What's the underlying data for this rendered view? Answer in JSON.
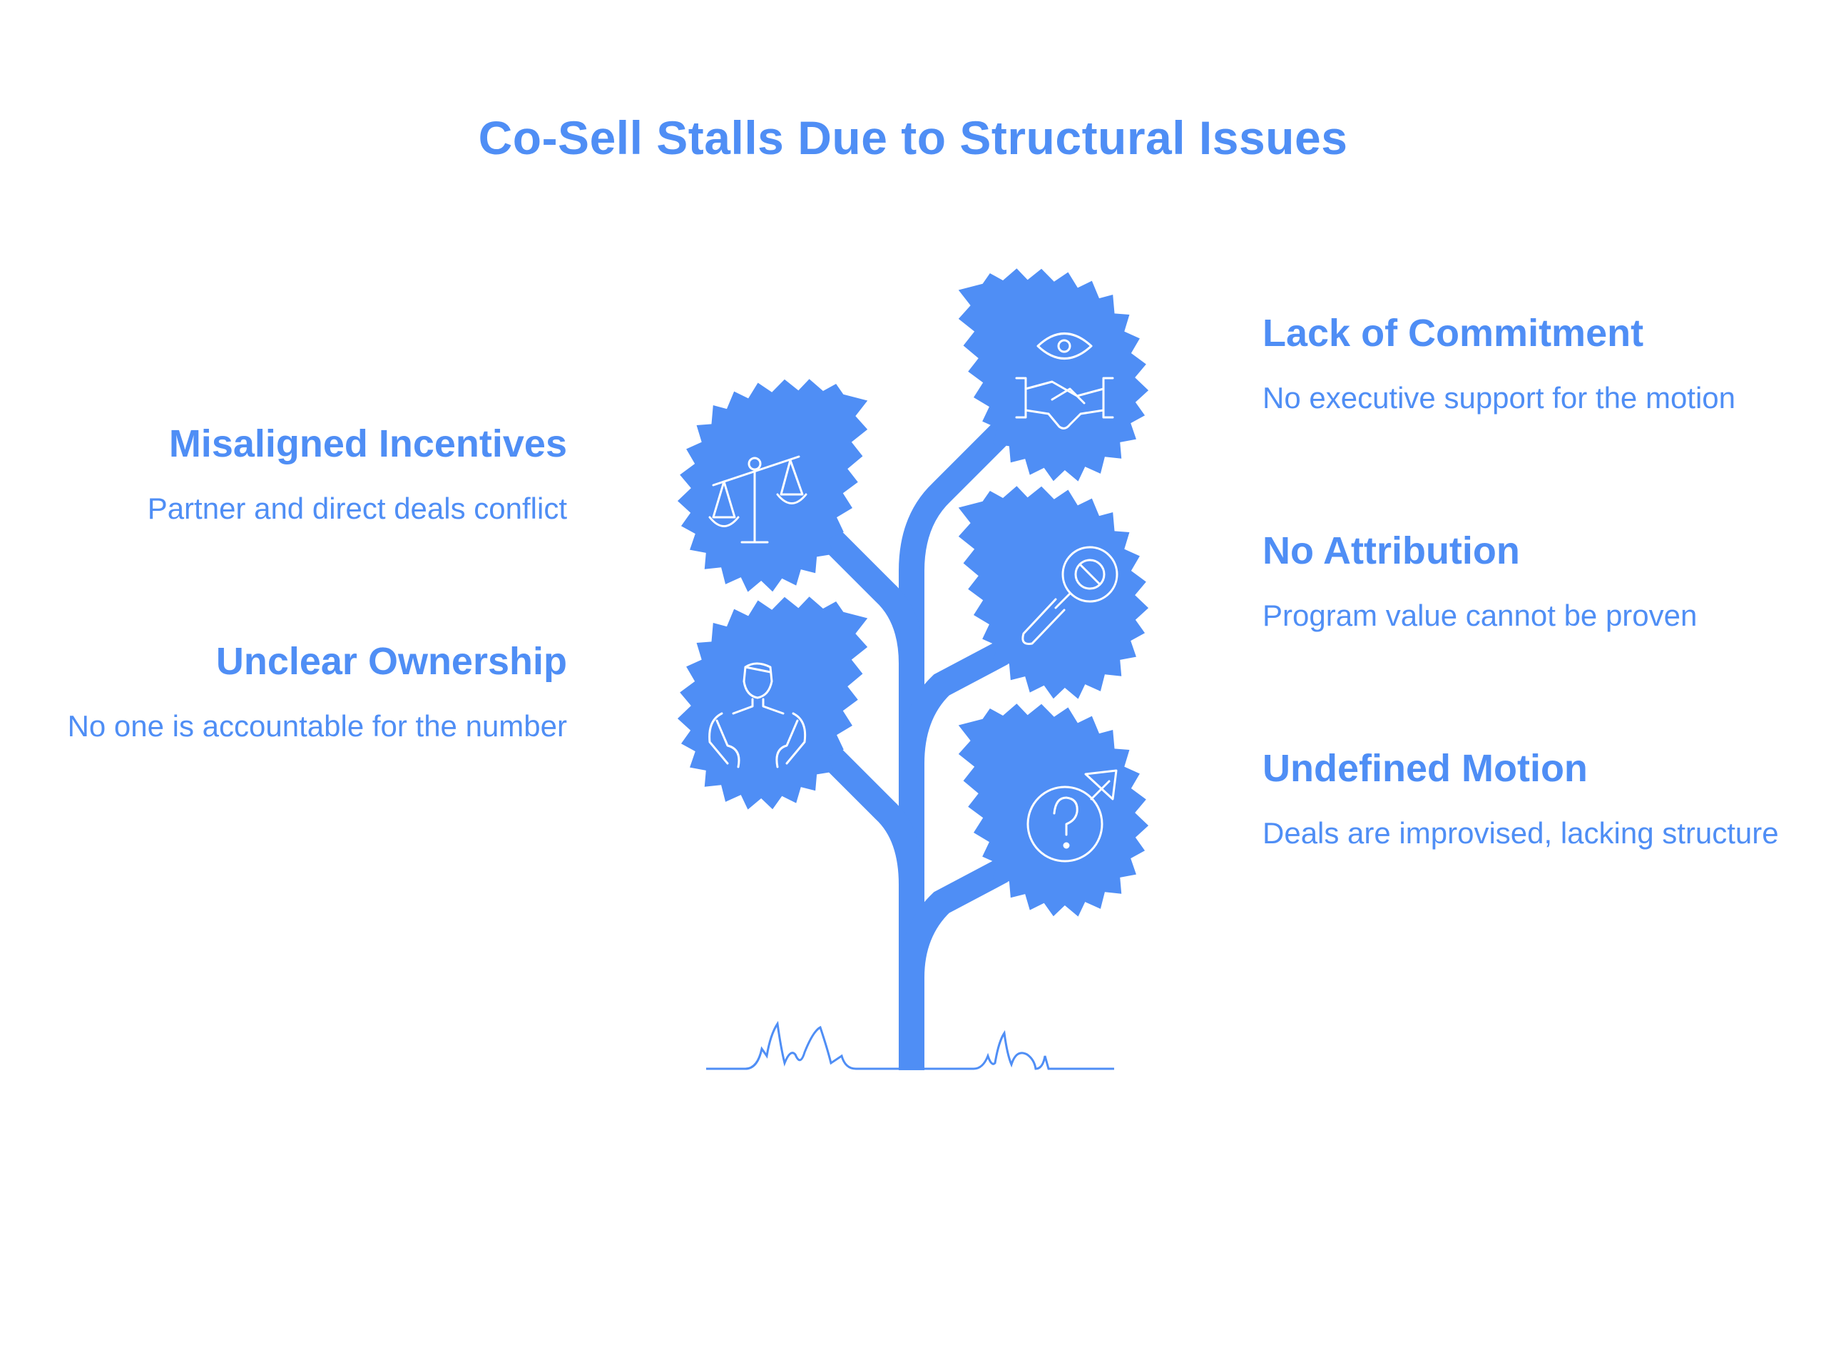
{
  "title": "Co-Sell Stalls Due to Structural Issues",
  "colors": {
    "accent": "#4f8ef5",
    "icon_stroke": "#ffffff",
    "background": "#ffffff"
  },
  "issues": [
    {
      "title": "Misaligned Incentives",
      "description": "Partner and direct deals conflict",
      "icon": "balance-scale-icon",
      "side": "left"
    },
    {
      "title": "Unclear Ownership",
      "description": "No one is accountable for the number",
      "icon": "person-hands-icon",
      "side": "left"
    },
    {
      "title": "Lack of Commitment",
      "description": "No executive support for the motion",
      "icon": "eye-handshake-icon",
      "side": "right"
    },
    {
      "title": "No Attribution",
      "description": "Program value cannot be proven",
      "icon": "magnifier-blocked-icon",
      "side": "right"
    },
    {
      "title": "Undefined Motion",
      "description": "Deals are improvised, lacking structure",
      "icon": "question-arrow-icon",
      "side": "right"
    }
  ]
}
